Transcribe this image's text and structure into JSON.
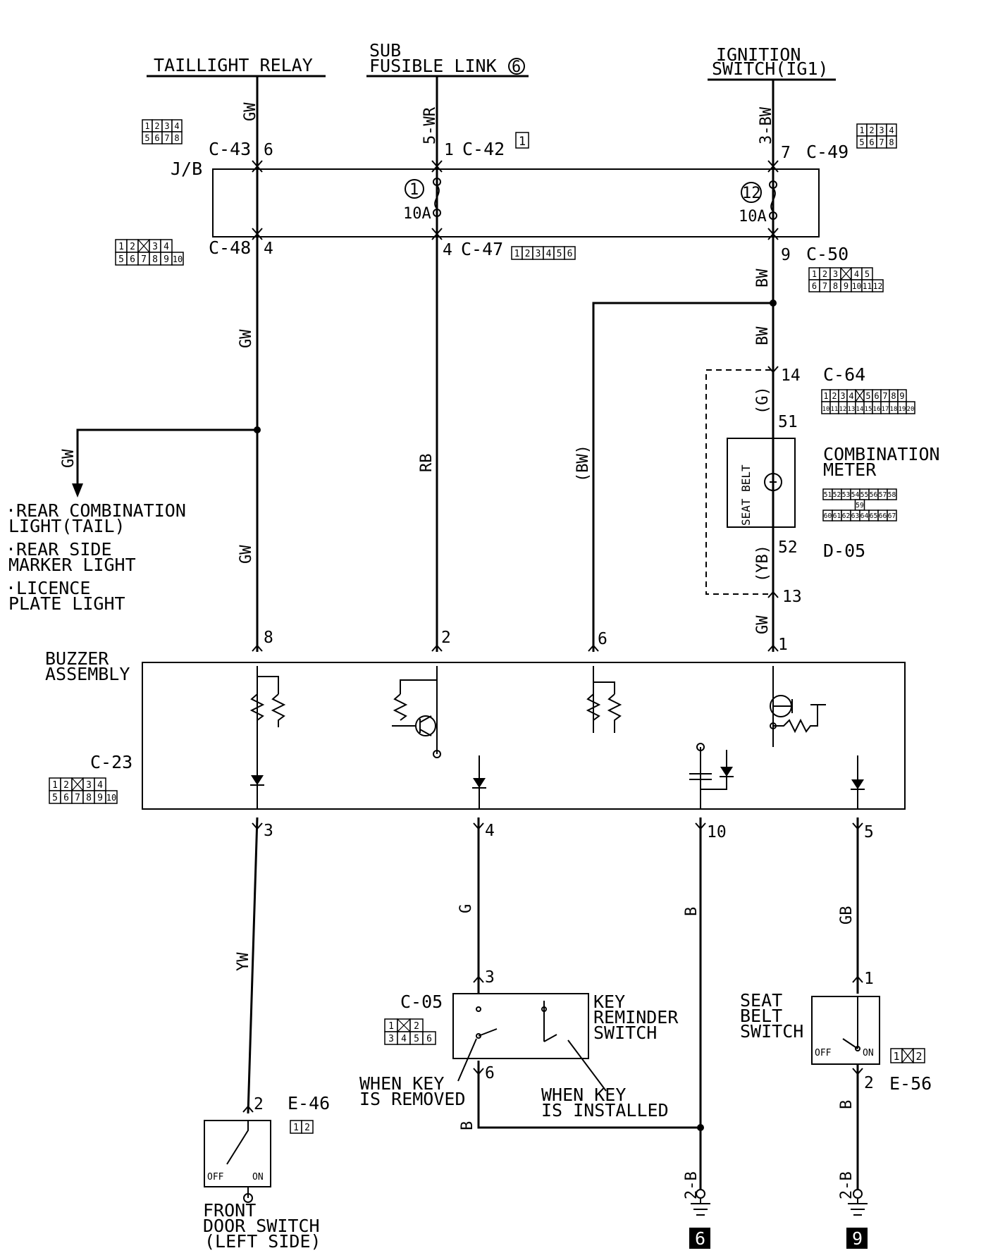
{
  "titles": {
    "taillight_relay": "TAILLIGHT RELAY",
    "sub_line1": "SUB",
    "sub_line2": "FUSIBLE LINK",
    "sub_num": "6",
    "ign_line1": "IGNITION",
    "ign_line2": "SWITCH(IG1)"
  },
  "jb": {
    "label": "J/B",
    "fuse1_num": "1",
    "fuse1_amp": "10A",
    "fuse12_num": "12",
    "fuse12_amp": "10A"
  },
  "connectors": {
    "c43": "C-43",
    "c42": "C-42",
    "c49": "C-49",
    "c48": "C-48",
    "c47": "C-47",
    "c50": "C-50",
    "c64": "C-64",
    "d05": "D-05",
    "c23": "C-23",
    "c05": "C-05",
    "e46": "E-46",
    "e56": "E-56"
  },
  "pins": {
    "c43_6": "6",
    "c42_1": "1",
    "c49_7": "7",
    "c48_4": "4",
    "c47_4": "4",
    "c50_9": "9",
    "c64_14": "14",
    "m_51": "51",
    "m_52": "52",
    "c64_13": "13",
    "bz_8": "8",
    "bz_2": "2",
    "bz_6": "6",
    "bz_1": "1",
    "bz_3": "3",
    "bz_4": "4",
    "bz_10": "10",
    "bz_5": "5",
    "kr_3": "3",
    "kr_6": "6",
    "sb_1": "1",
    "sb_2": "2",
    "ds_2": "2"
  },
  "wires": {
    "gw_top": "GW",
    "wr": "5-WR",
    "bw_top": "3-BW",
    "gw_mid": "GW",
    "rb": "RB",
    "bw_p": "(BW)",
    "bw1": "BW",
    "bw2": "BW",
    "gw_branch": "GW",
    "gw_low": "GW",
    "g_p": "(G)",
    "yb_p": "(YB)",
    "gw_meter": "GW",
    "yw": "YW",
    "g": "G",
    "b_center": "B",
    "gb": "GB",
    "b_key": "B",
    "b_seat": "B",
    "twob_center": "2-B",
    "twob_right": "2-B"
  },
  "components": {
    "rear1_l1": "·REAR COMBINATION",
    "rear1_l2": "LIGHT(TAIL)",
    "rear2_l1": "·REAR SIDE",
    "rear2_l2": "MARKER LIGHT",
    "rear3_l1": "·LICENCE",
    "rear3_l2": "PLATE LIGHT",
    "buzzer_l1": "BUZZER",
    "buzzer_l2": "ASSEMBLY",
    "meter_l1": "COMBINATION",
    "meter_l2": "METER",
    "seat_belt_ind": "SEAT BELT",
    "key_l1": "KEY",
    "key_l2": "REMINDER",
    "key_l3": "SWITCH",
    "removed_l1": "WHEN KEY",
    "removed_l2": "IS REMOVED",
    "installed_l1": "WHEN KEY",
    "installed_l2": "IS INSTALLED",
    "seat_l1": "SEAT",
    "seat_l2": "BELT",
    "seat_l3": "SWITCH",
    "off": "OFF",
    "on": "ON",
    "door_l1": "FRONT",
    "door_l2": "DOOR SWITCH",
    "door_l3": "(LEFT SIDE)"
  },
  "grounds": {
    "g6": "6",
    "g9": "9"
  },
  "connector_pins": {
    "c43": [
      [
        "1",
        "2",
        "3",
        "4"
      ],
      [
        "5",
        "6",
        "7",
        "8"
      ]
    ],
    "c49": [
      [
        "1",
        "2",
        "3",
        "4"
      ],
      [
        "5",
        "6",
        "7",
        "8"
      ]
    ],
    "c42": [
      [
        "1"
      ]
    ],
    "c48": [
      [
        "1",
        "2",
        "",
        "3",
        "4"
      ],
      [
        "5",
        "6",
        "7",
        "8",
        "9",
        "10"
      ]
    ],
    "c47": [
      [
        "1",
        "2",
        "3",
        "4",
        "5",
        "6"
      ]
    ],
    "c50": [
      [
        "1",
        "2",
        "3",
        "",
        "4",
        "5"
      ],
      [
        "6",
        "7",
        "8",
        "9",
        "10",
        "11",
        "12"
      ]
    ],
    "c64": [
      [
        "1",
        "2",
        "3",
        "4",
        "",
        "5",
        "6",
        "7",
        "8",
        "9"
      ],
      [
        "10",
        "11",
        "12",
        "13",
        "14",
        "15",
        "16",
        "17",
        "18",
        "19",
        "20"
      ]
    ],
    "d05": [
      [
        "51",
        "52",
        "53",
        "54",
        "55",
        "56",
        "57",
        "58"
      ],
      [
        "59"
      ],
      [
        "60",
        "61",
        "62",
        "63",
        "64",
        "65",
        "66",
        "67"
      ]
    ],
    "c23": [
      [
        "1",
        "2",
        "",
        "3",
        "4"
      ],
      [
        "5",
        "6",
        "7",
        "8",
        "9",
        "10"
      ]
    ],
    "c05": [
      [
        "1",
        "",
        "2"
      ],
      [
        "3",
        "4",
        "5",
        "6"
      ]
    ],
    "e46": [
      [
        "1",
        "2"
      ]
    ],
    "e56": [
      [
        "1",
        "",
        "2"
      ]
    ]
  }
}
